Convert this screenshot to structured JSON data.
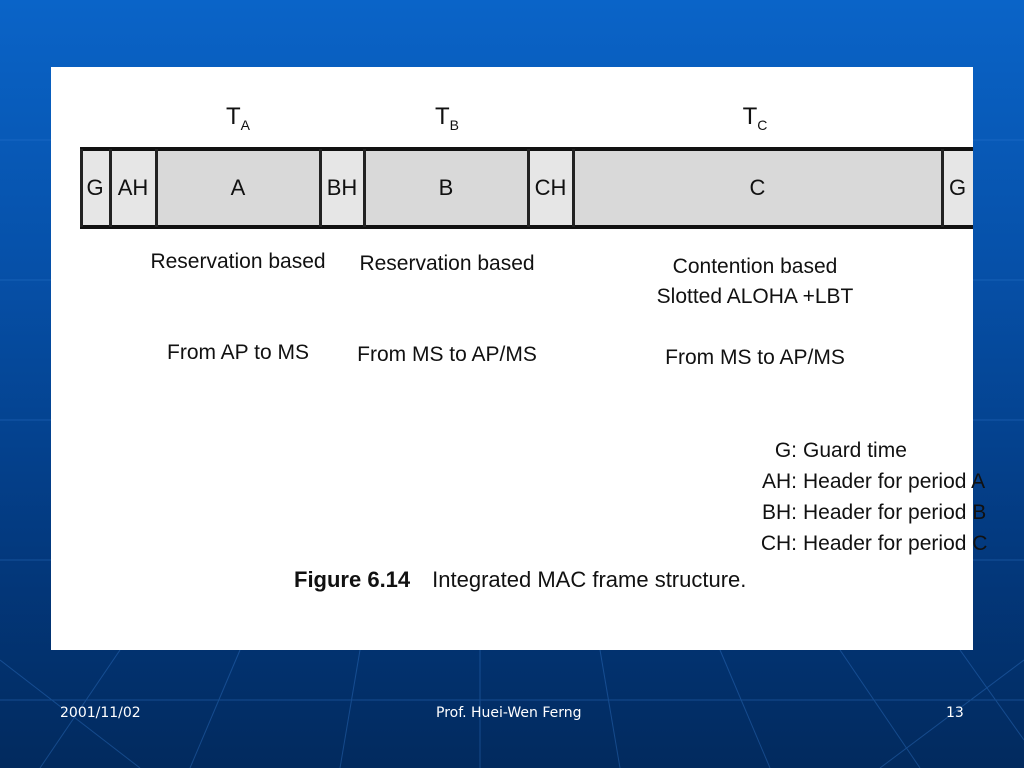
{
  "periods": [
    {
      "main": "T",
      "sub": "A"
    },
    {
      "main": "T",
      "sub": "B"
    },
    {
      "main": "T",
      "sub": "C"
    }
  ],
  "segments": [
    "G",
    "AH",
    "A",
    "BH",
    "B",
    "CH",
    "C",
    "G"
  ],
  "captions": {
    "a_access": "Reservation based",
    "b_access": "Reservation based",
    "c_access_1": "Contention based",
    "c_access_2": "Slotted ALOHA +LBT",
    "a_direction": "From AP to MS",
    "b_direction": "From MS to AP/MS",
    "c_direction": "From MS to AP/MS"
  },
  "legend": [
    {
      "key": "G:",
      "value": "Guard time"
    },
    {
      "key": "AH:",
      "value": "Header for period A"
    },
    {
      "key": "BH:",
      "value": "Header for period B"
    },
    {
      "key": "CH:",
      "value": "Header for period C"
    }
  ],
  "figure_caption": {
    "number": "Figure 6.14",
    "text": "Integrated MAC frame structure."
  },
  "footer": {
    "date": "2001/11/02",
    "author": "Prof. Huei-Wen Ferng",
    "page": "13"
  }
}
